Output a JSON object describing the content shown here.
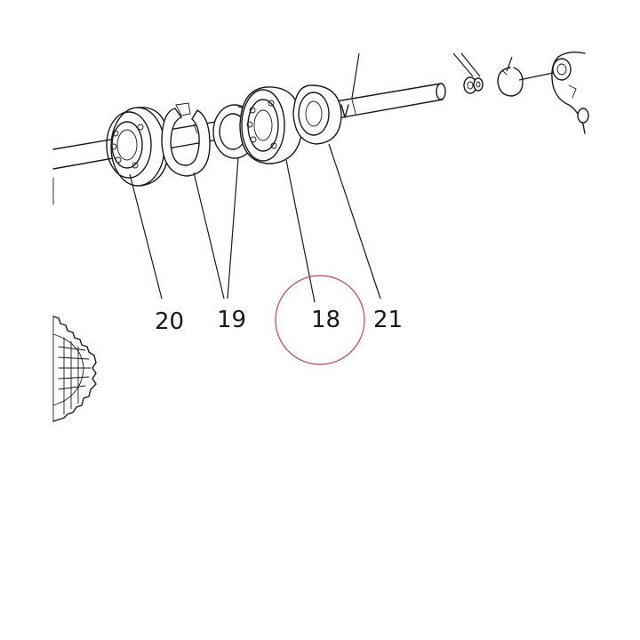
{
  "callouts": {
    "part_20": "20",
    "part_19": "19",
    "part_18": "18",
    "part_21": "21"
  },
  "highlight": {
    "target": "18",
    "color": "#c8404a"
  }
}
